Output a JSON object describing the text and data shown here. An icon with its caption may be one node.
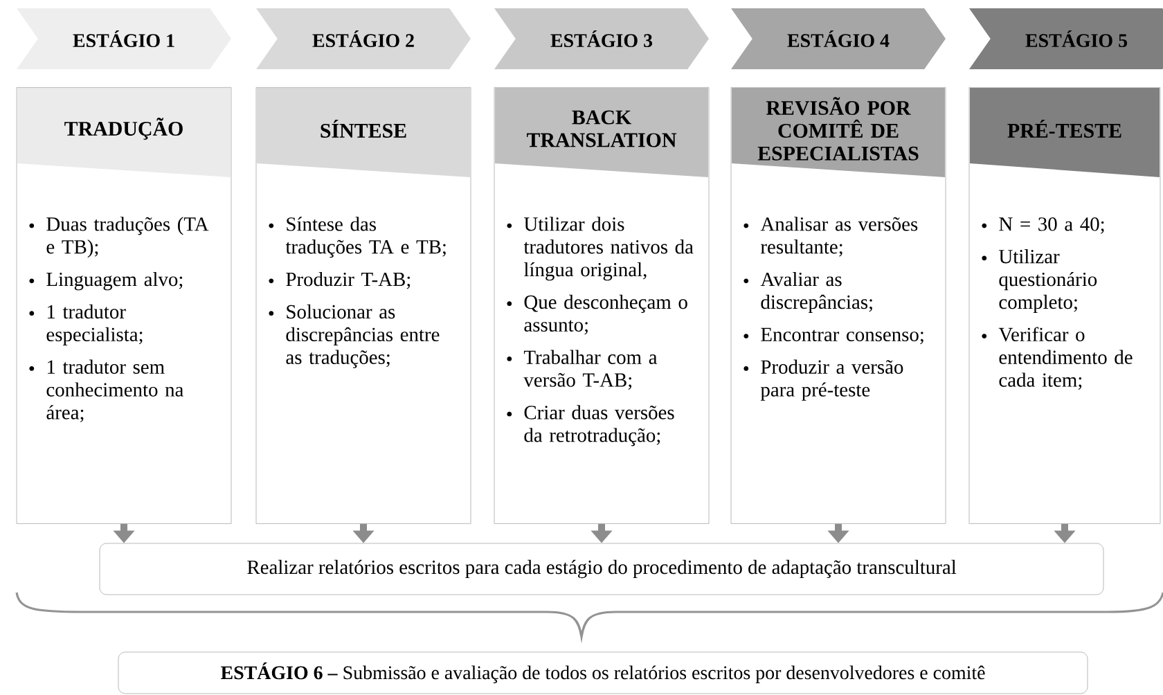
{
  "diagram": {
    "nodes": [
      {
        "text": [
          "ESTÁGIO 1"
        ]
      },
      {
        "text": [
          "ESTÁGIO 2"
        ]
      },
      {
        "text": [
          "ESTÁGIO 3"
        ]
      },
      {
        "text": [
          "ESTÁGIO 4"
        ]
      },
      {
        "text": [
          "ESTÁGIO 5"
        ]
      },
      {
        "text": [
          "TRADUÇÃO",
          "Duas traduções (TA e TB);",
          "Linguagem alvo;",
          "1 tradutor especialista;",
          "1 tradutor sem conhecimento na área;"
        ]
      },
      {
        "text": [
          "SÍNTESE",
          "Síntese das traduções TA e TB;",
          "Produzir T-AB;",
          "Solucionar as discrepâncias entre as traduções;"
        ]
      },
      {
        "text": [
          "BACK TRANSLATION",
          "Utilizar dois tradutores nativos da língua original,",
          "Que desconheçam o assunto;",
          "Trabalhar com a versão T-AB;",
          "Criar duas versões da retrotradução;"
        ]
      },
      {
        "text": [
          "REVISÃO POR COMITÊ DE ESPECIALISTAS",
          "Analisar as versões resultante;",
          "Avaliar as discrepâncias;",
          "Encontrar consenso;",
          "Produzir a versão para pré-teste"
        ]
      },
      {
        "text": [
          "PRÉ-TESTE",
          "N = 30 a 40;",
          "Utilizar questionário completo;",
          "Verificar o entendimento de cada item;"
        ]
      },
      {
        "text": [
          "Realizar relatórios escritos para cada estágio do procedimento de adaptação transcultural"
        ]
      },
      {
        "text": [
          "**ESTÁGIO 6 –** Submissão e avaliação de todos os relatórios escritos por desenvolvedores e comitê"
        ]
      }
    ],
    "edges": [
      {
        "from": 5,
        "to": 10,
        "arrow": "to"
      },
      {
        "from": 6,
        "to": 10,
        "arrow": "to"
      },
      {
        "from": 7,
        "to": 10,
        "arrow": "to"
      },
      {
        "from": 8,
        "to": 10,
        "arrow": "to"
      },
      {
        "from": 9,
        "to": 10,
        "arrow": "to"
      }
    ]
  }
}
